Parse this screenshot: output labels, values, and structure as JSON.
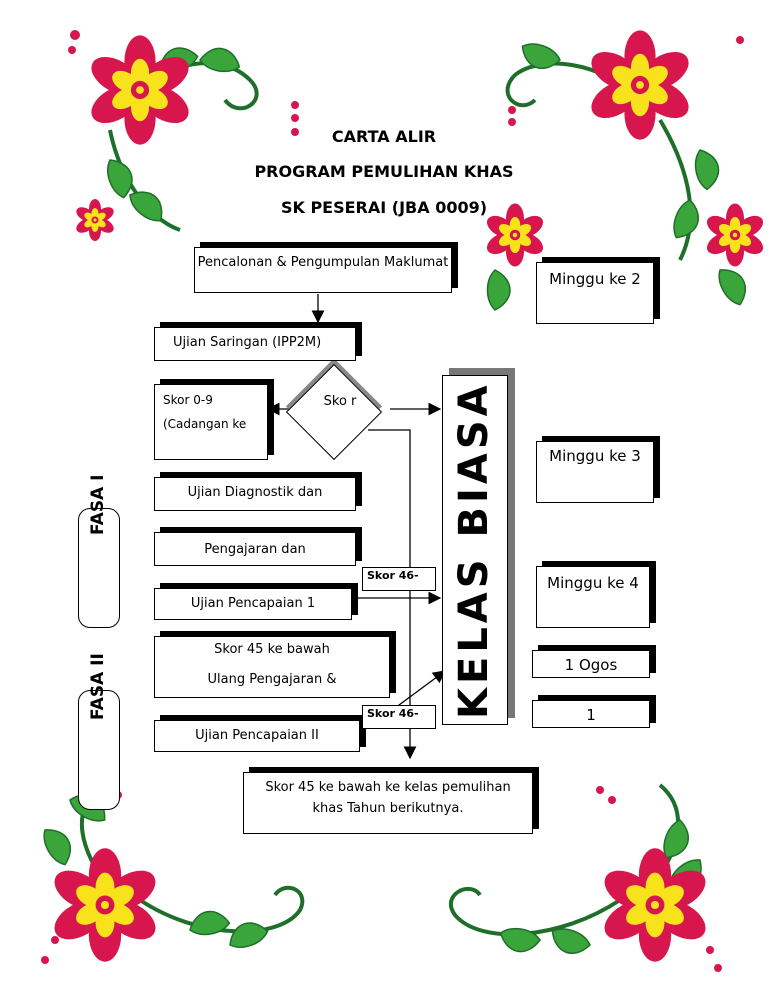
{
  "title": {
    "line1": "CARTA ALIR",
    "line2": "PROGRAM PEMULIHAN KHAS",
    "line3": "SK PESERAI (JBA 0009)"
  },
  "flow": {
    "pencalonan": "Pencalonan & Pengumpulan Maklumat",
    "saringan": "Ujian Saringan (IPP2M)",
    "skor09_line1": "Skor 0-9",
    "skor09_line2": "(Cadangan ke",
    "diamond": "Sko r",
    "diagnostik": "Ujian Diagnostik dan",
    "pengajaran": "Pengajaran dan",
    "pencapaian1": "Ujian Pencapaian 1",
    "skor45_line1": "Skor 45 ke bawah",
    "skor45_line2": "Ulang Pengajaran &",
    "pencapaian2": "Ujian Pencapaian II",
    "skor46a": "Skor 46-",
    "skor46b": "Skor 46-",
    "final": "Skor 45 ke bawah ke kelas pemulihan khas Tahun berikutnya."
  },
  "kelas_biasa": "KELAS BIASA",
  "fasa": {
    "fasa1": "FASA I",
    "fasa2": "FASA II"
  },
  "timeline": {
    "minggu2": "Minggu ke 2",
    "minggu3": "Minggu ke 3",
    "minggu4": "Minggu ke 4",
    "ogos": "1 Ogos",
    "one": "1"
  },
  "colors": {
    "petal": "#d8164e",
    "center": "#f7e21c",
    "leaf": "#3aa53a",
    "leaf_dark": "#1f6e2a",
    "shadow": "#000000",
    "kelas_shadow": "#777777"
  },
  "icons": [
    "flower-icon",
    "leaf-icon"
  ]
}
